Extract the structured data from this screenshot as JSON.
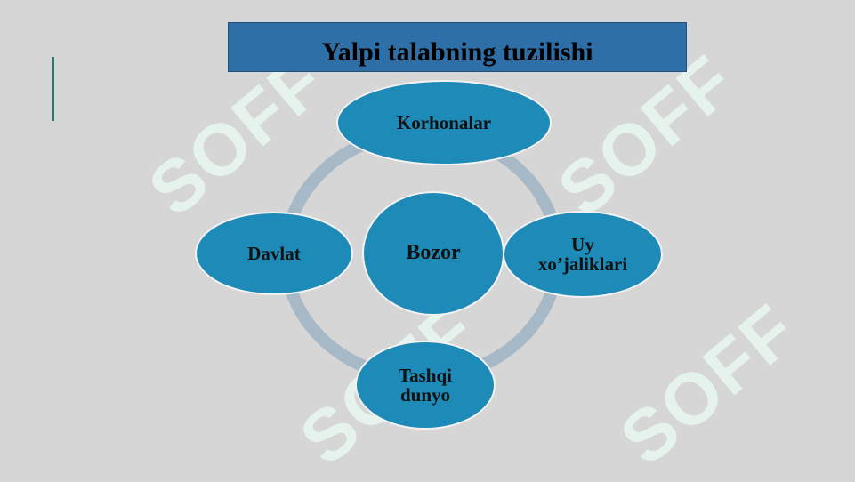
{
  "slide": {
    "title": "Yalpi talabning tuzilishi",
    "watermark_text": "SOFF"
  },
  "diagram": {
    "center": "Bozor",
    "nodes": {
      "top": "Korhonalar",
      "left": "Davlat",
      "right_line1": "Uy",
      "right_line2": "xo’jaliklari",
      "bottom_line1": "Tashqi",
      "bottom_line2": "dunyo"
    }
  },
  "colors": {
    "background": "#d6d6d6",
    "title_fill": "#2f6fa7",
    "node_fill": "#1d8ab8",
    "ring": "#9fb4c3",
    "accent": "#1c7f78"
  }
}
